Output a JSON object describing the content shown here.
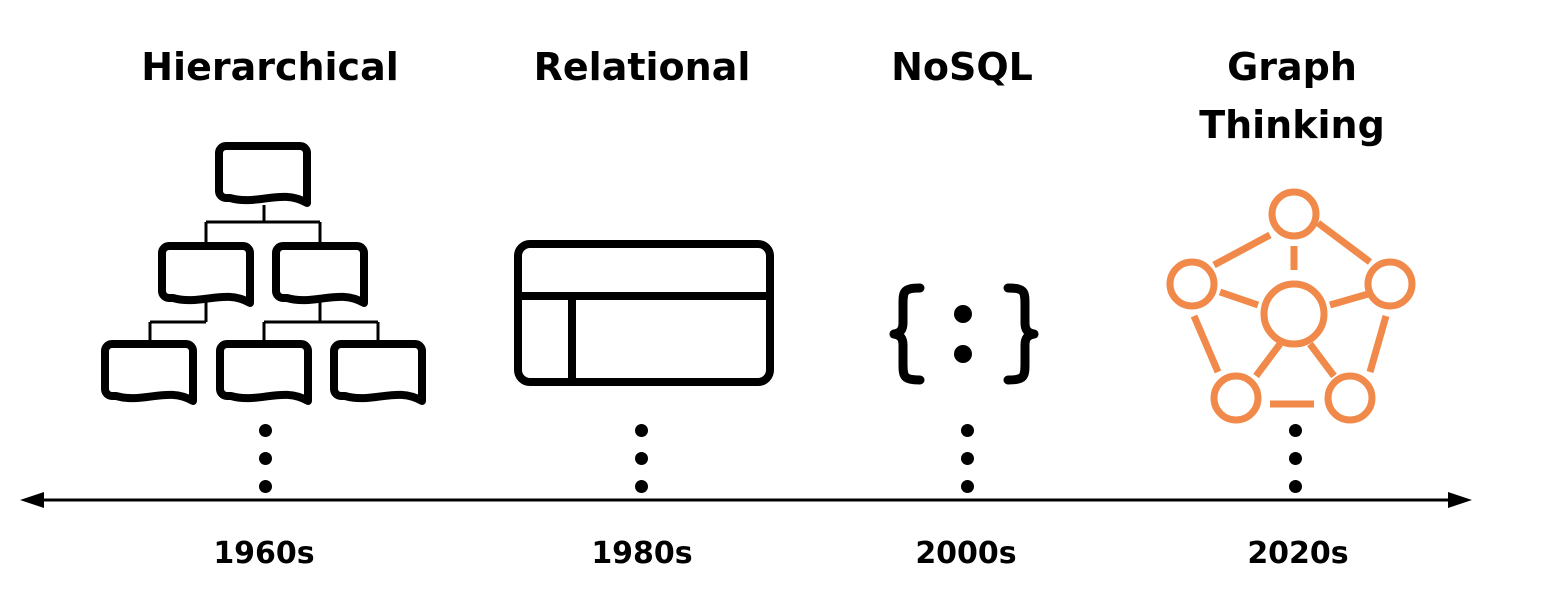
{
  "eras": [
    {
      "title": "Hierarchical",
      "decade": "1960s",
      "icon": "hierarchy-tree-icon"
    },
    {
      "title": "Relational",
      "decade": "1980s",
      "icon": "table-icon"
    },
    {
      "title": "NoSQL",
      "decade": "2000s",
      "icon": "curly-braces-icon"
    },
    {
      "title_line1": "Graph",
      "title_line2": "Thinking",
      "decade": "2020s",
      "icon": "graph-network-icon"
    }
  ],
  "colors": {
    "black": "#000000",
    "graph_accent": "#F0894A"
  }
}
